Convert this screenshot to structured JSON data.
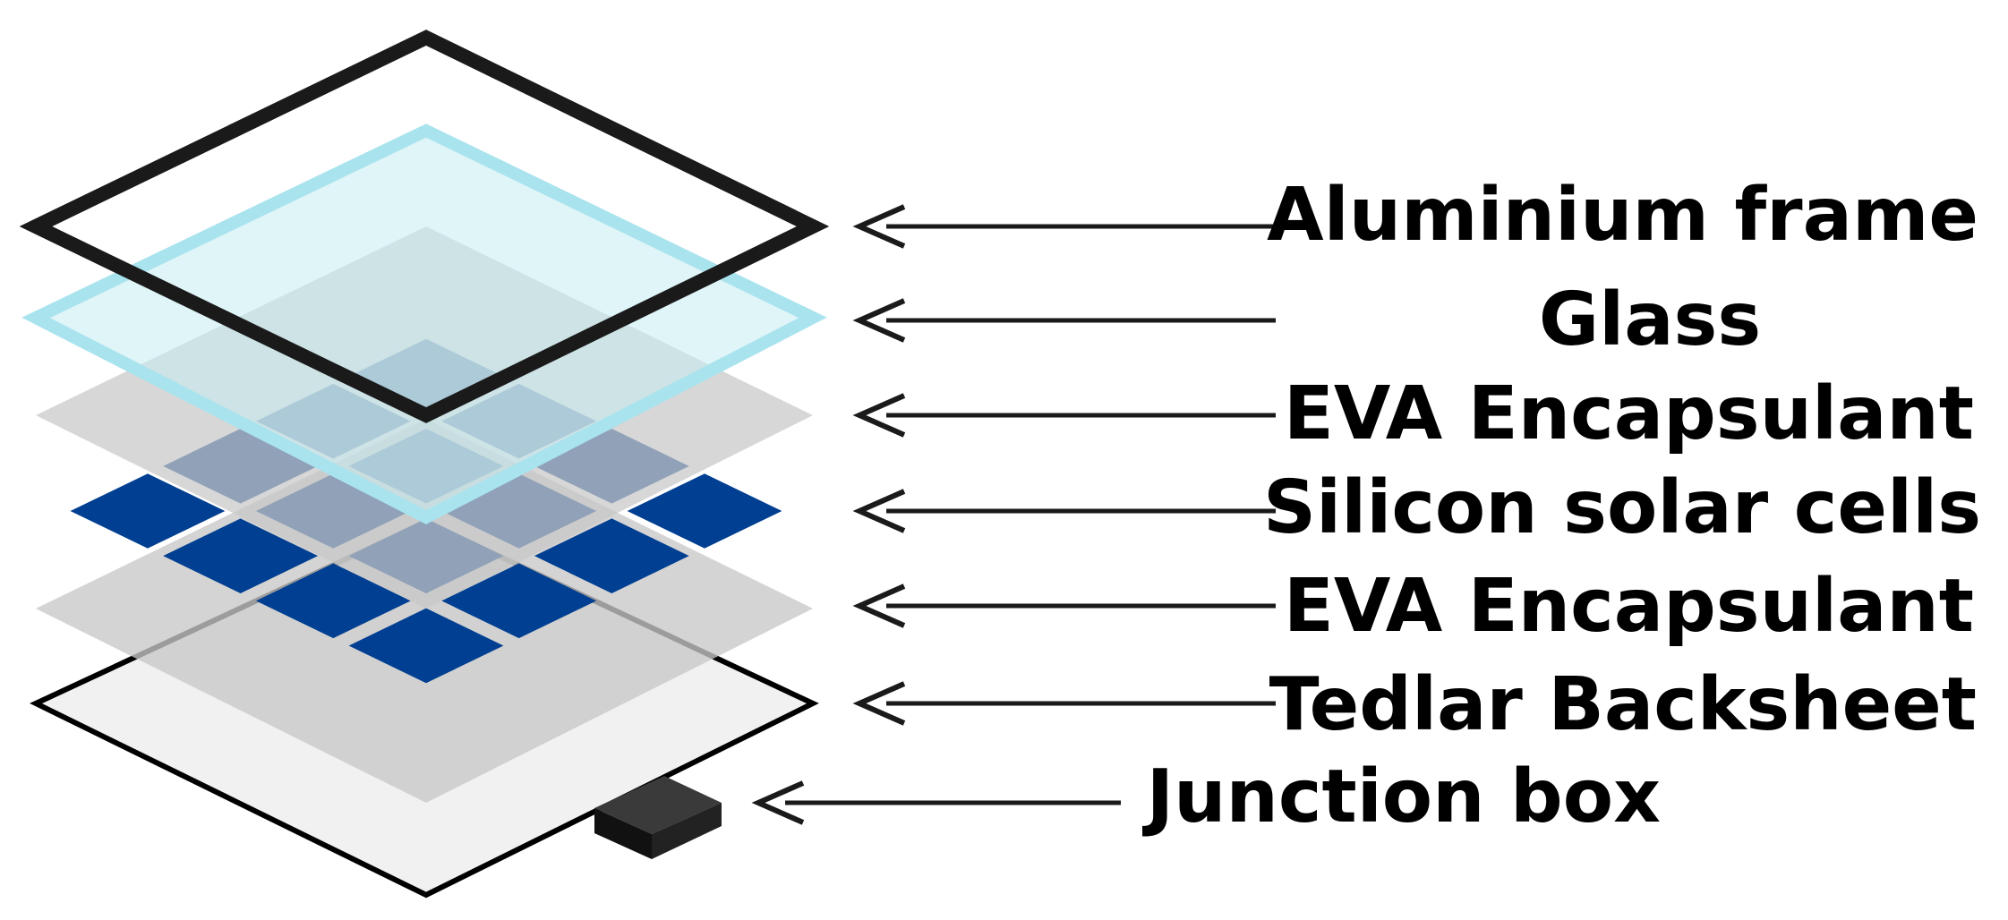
{
  "layers": [
    {
      "key": "aluminium_frame",
      "label": "Aluminium frame"
    },
    {
      "key": "glass",
      "label": "Glass"
    },
    {
      "key": "eva_top",
      "label": "EVA Encapsulant"
    },
    {
      "key": "cells",
      "label": "Silicon solar cells"
    },
    {
      "key": "eva_bottom",
      "label": "EVA Encapsulant"
    },
    {
      "key": "backsheet",
      "label": "Tedlar Backsheet"
    },
    {
      "key": "junction_box",
      "label": "Junction box"
    }
  ],
  "colors": {
    "frame": "#1a1a1a",
    "glass_fill": "#c4ecf3",
    "glass_edge": "#a9e3ee",
    "eva": "#c8c8c8",
    "cell": "#003f91",
    "backsheet": "#f1f1f1",
    "junction_box": "#171717",
    "arrow": "#1a1a1a"
  }
}
